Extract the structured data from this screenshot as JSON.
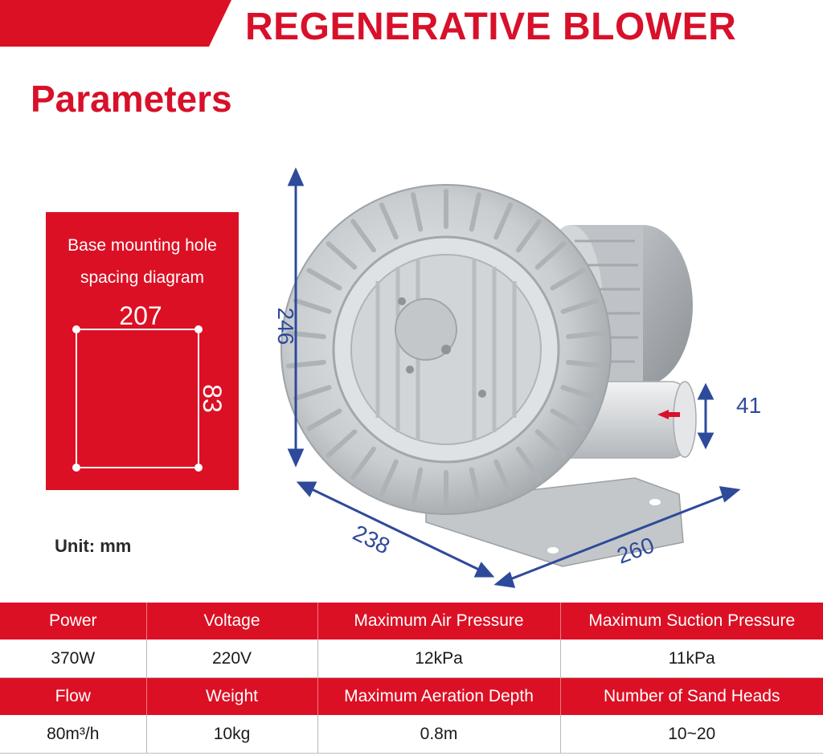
{
  "header": {
    "title": "REGENERATIVE BLOWER",
    "section": "Parameters"
  },
  "base_diagram": {
    "caption_line1": "Base mounting hole",
    "caption_line2": "spacing diagram",
    "width_label": "207",
    "height_label": "83"
  },
  "unit": "Unit: mm",
  "dimensions": {
    "height": "246",
    "outlet": "41",
    "depth": "238",
    "length": "260"
  },
  "specs": {
    "row1": {
      "labels": [
        "Power",
        "Voltage",
        "Maximum Air Pressure",
        "Maximum Suction Pressure"
      ],
      "values": [
        "370W",
        "220V",
        "12kPa",
        "11kPa"
      ]
    },
    "row2": {
      "labels": [
        "Flow",
        "Weight",
        "Maximum Aeration Depth",
        "Number of Sand Heads"
      ],
      "values": [
        "80m³/h",
        "10kg",
        "0.8m",
        "10~20"
      ]
    }
  },
  "colors": {
    "accent": "#dc1024",
    "dimension_arrows": "#2e4a9a"
  }
}
